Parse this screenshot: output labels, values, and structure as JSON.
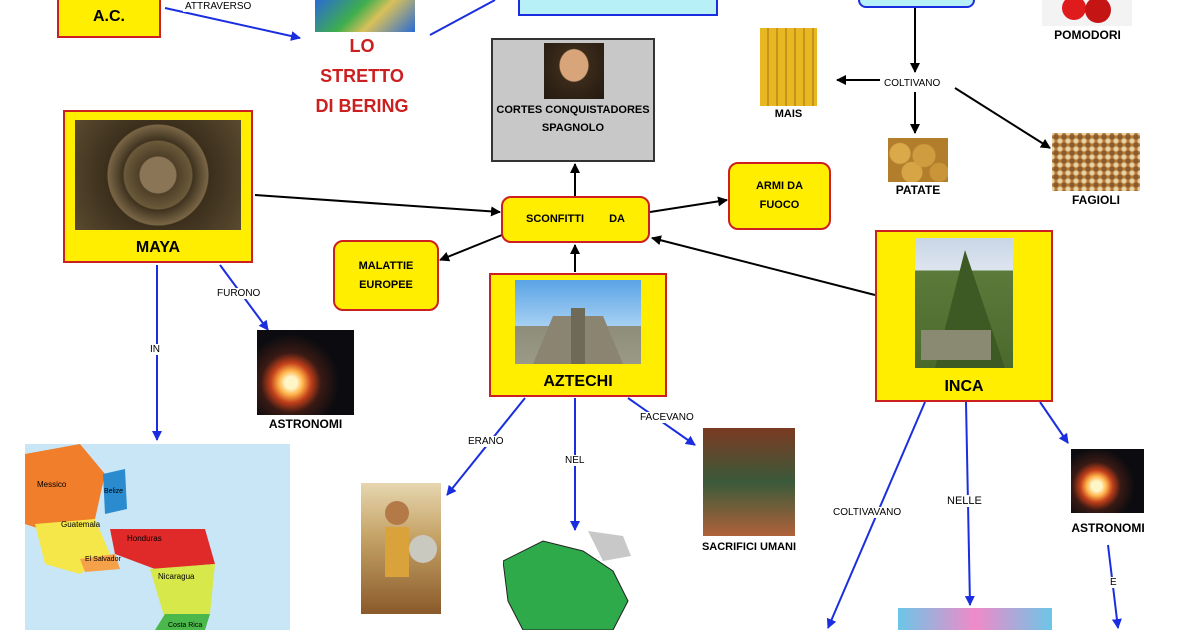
{
  "nodes": {
    "ac_box": "A.C.",
    "bering": "LO STRETTO DI BERING",
    "cortes": "CORTES CONQUISTADORES SPAGNOLO",
    "maya": "MAYA",
    "sconfitti": "SCONFITTI DA",
    "armi": "ARMI DA FUOCO",
    "malattie": "MALATTIE EUROPEE",
    "aztechi": "AZTECHI",
    "inca": "INCA"
  },
  "captions": {
    "pomodori": "POMODORI",
    "mais": "MAIS",
    "patate": "PATATE",
    "fagioli": "FAGIOLI",
    "astronomi_maya": "ASTRONOMI",
    "astronomi_inca": "ASTRONOMI",
    "sacrifici": "SACRIFICI UMANI"
  },
  "edges": {
    "attraverso": "ATTRAVERSO",
    "coltivano": "COLTIVANO",
    "furono": "FURONO",
    "in": "IN",
    "erano": "ERANO",
    "nel": "NEL",
    "facevano": "FACEVANO",
    "coltivavano": "COLTIVAVANO",
    "nelle": "NELLE",
    "e": "E"
  },
  "map_labels": {
    "messico": "Messico",
    "belize": "Belize",
    "guatemala": "Guatemala",
    "honduras": "Honduras",
    "el_salvador": "El Salvador",
    "nicaragua": "Nicaragua",
    "costa_rica": "Costa Rica"
  },
  "colors": {
    "yellow": "#ffee00",
    "red_border": "#cc1f1f",
    "blue_arrow": "#1a2ee0",
    "black_arrow": "#000000",
    "gray_box": "#c8c8c8",
    "light_cyan": "#b8f0f8"
  }
}
